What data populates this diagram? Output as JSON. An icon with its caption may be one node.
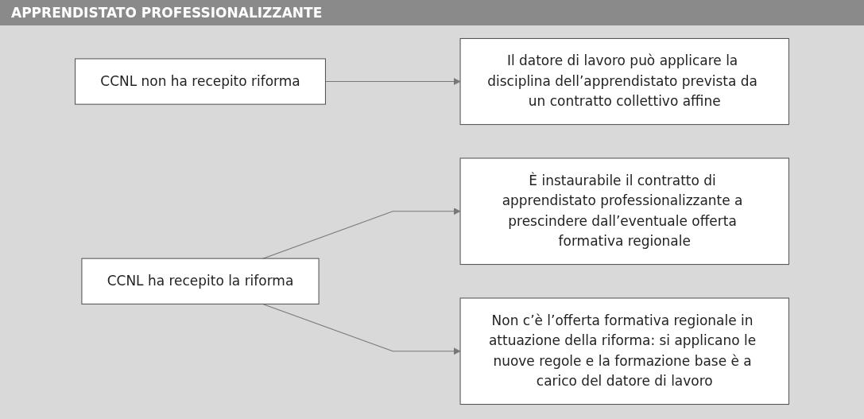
{
  "diagram": {
    "title": "APPRENDISTATO PROFESSIONALIZZANTE",
    "nodes": [
      {
        "text": [
          "CCNL non ha recepito riforma"
        ]
      },
      {
        "text": [
          "Il datore di lavoro può applicare la disciplina dell’apprendistato prevista da un contratto collettivo affine"
        ]
      },
      {
        "text": [
          "CCNL ha recepito la riforma"
        ]
      },
      {
        "text": [
          "È instaurabile il contratto di apprendistato professionalizzante a prescindere dall’eventuale offerta formativa regionale"
        ]
      },
      {
        "text": [
          "Non c’è l’offerta formativa regionale in attuazione della riforma: si applicano le nuove regole e la formazione base è a carico del datore di lavoro"
        ]
      }
    ],
    "edges": [
      {
        "from": 0,
        "to": 1,
        "arrow": "to"
      },
      {
        "from": 2,
        "to": 3,
        "arrow": "to"
      },
      {
        "from": 2,
        "to": 4,
        "arrow": "to"
      }
    ]
  }
}
